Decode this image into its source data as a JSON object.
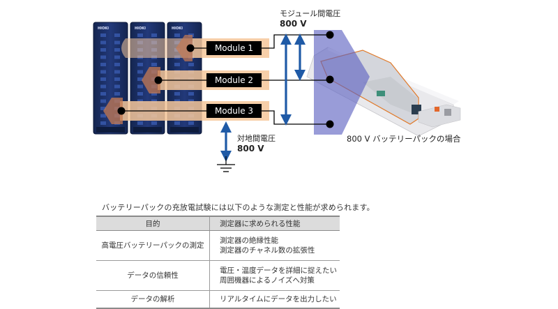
{
  "diagram": {
    "device_brand": "HIOKI",
    "modules": [
      {
        "label": "Module 1"
      },
      {
        "label": "Module 2"
      },
      {
        "label": "Module 3"
      }
    ],
    "module_voltage": {
      "title": "モジュール間電圧",
      "value": "800 V"
    },
    "ground_voltage": {
      "title": "対地間電圧",
      "value": "800 V"
    },
    "battery_caption": "800 V バッテリーパックの場合",
    "colors": {
      "arrow": "#1f5aa6",
      "band": "#f6c79a",
      "device": "#1c2f5e",
      "overlay": "#5a5fc0",
      "label_bg": "#000000"
    }
  },
  "intro": "バッテリーパックの充放電試験には以下のような測定と性能が求められます。",
  "table": {
    "headers": [
      "目的",
      "測定器に求められる性能"
    ],
    "rows": [
      {
        "purpose": "高電圧バッテリーパックの測定",
        "requirements": [
          "測定器の絶縁性能",
          "測定器のチャネル数の拡張性"
        ]
      },
      {
        "purpose": "データの信頼性",
        "requirements": [
          "電圧・温度データを詳細に捉えたい",
          "周囲機器によるノイズへ対策"
        ]
      },
      {
        "purpose": "データの解析",
        "requirements": [
          "リアルタイムにデータを出力したい"
        ]
      }
    ]
  }
}
